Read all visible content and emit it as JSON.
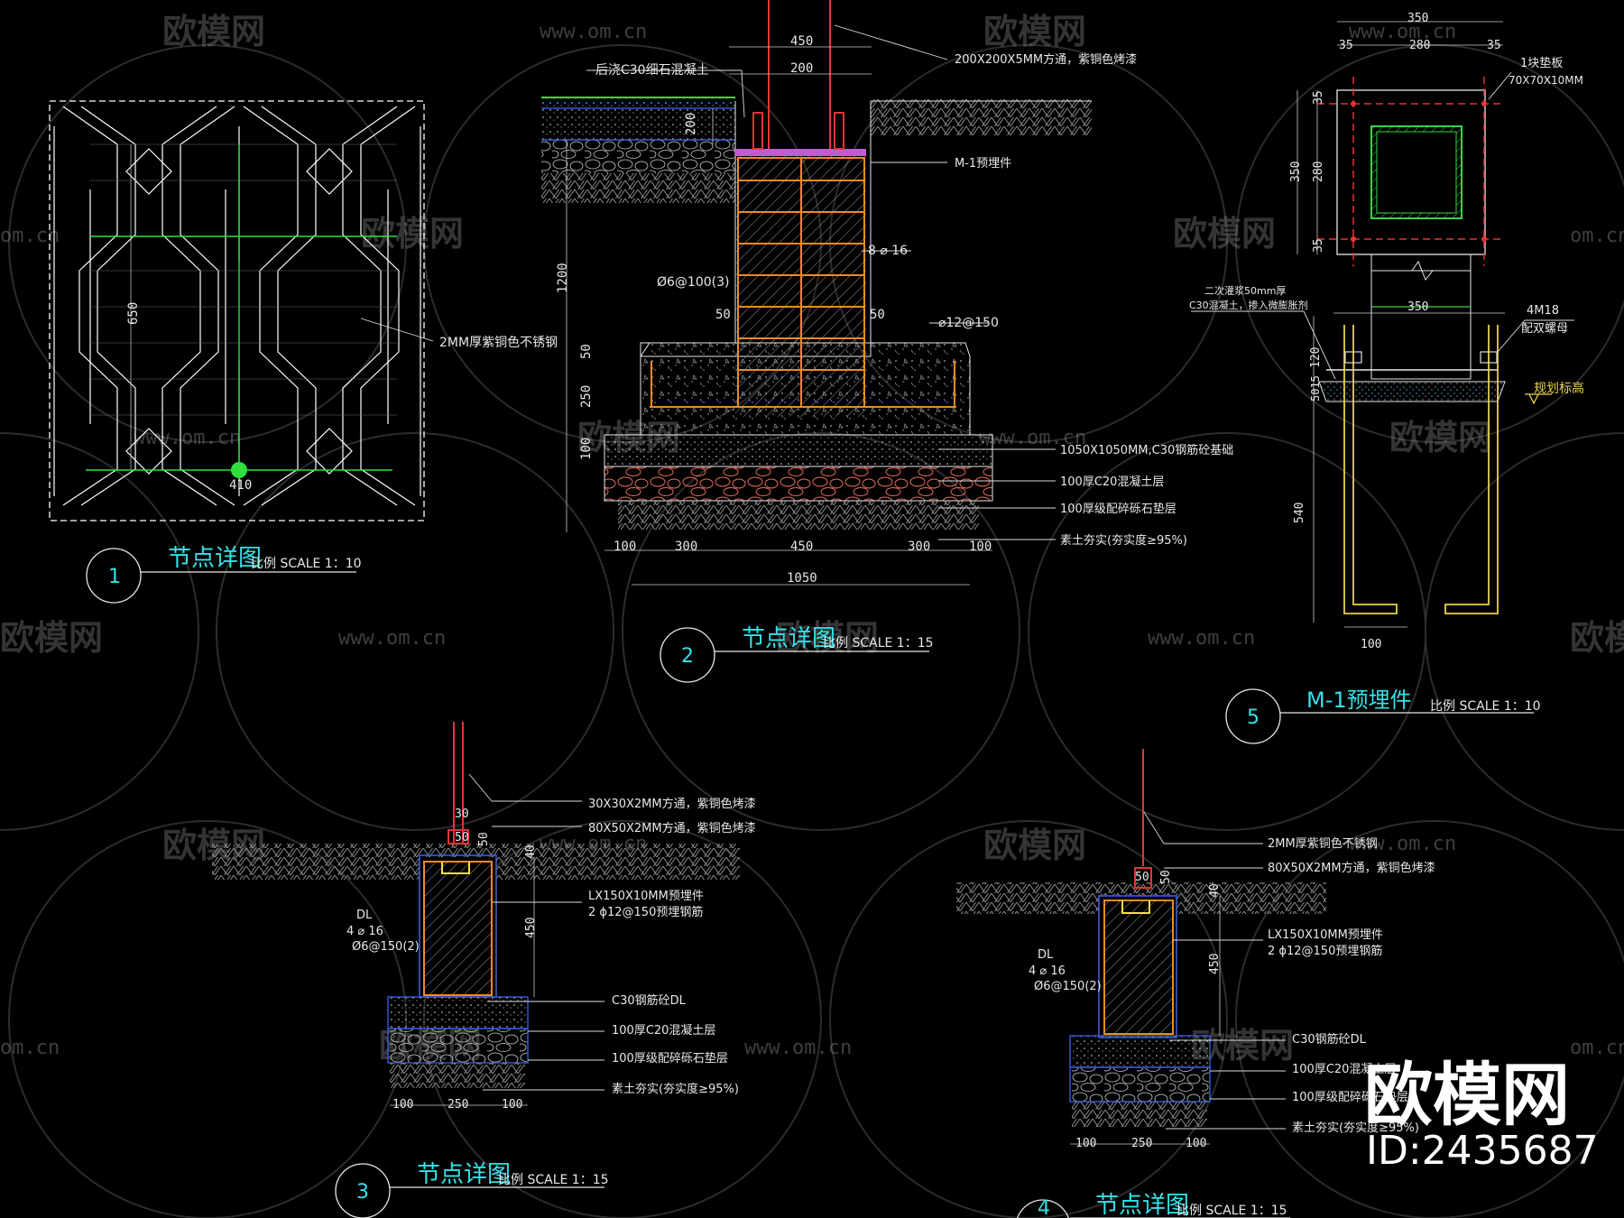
{
  "watermark": {
    "brand": "欧模网",
    "url": "www.om.cn",
    "url_short": "om.cn",
    "id": "ID:2435687"
  },
  "detail1": {
    "dim_650": "650",
    "dim_410": "410",
    "note_steel": "2MM厚紫铜色不锈钢",
    "num": "1",
    "title": "节点详图",
    "scale": "比例 SCALE 1：10"
  },
  "detail2": {
    "dim_450": "450",
    "dim_200": "200",
    "dim_200b": "200",
    "dim_1200": "1200",
    "dim_50a": "50",
    "dim_250": "250",
    "dim_100": "100",
    "dim_50b": "50",
    "dim_50c": "50",
    "note_concrete": "后浇C30细石混凝土",
    "note_tube": "200X200X5MM方通，紫铜色烤漆",
    "note_embed": "M-1预埋件",
    "note_rebar16": "8 ⌀ 16",
    "note_stirrup": "Ø6@100(3)",
    "note_rebar12": "⌀12@150",
    "note_found": "1050X1050MM,C30钢筋砼基础",
    "note_c20": "100厚C20混凝土层",
    "note_gravel": "100厚级配碎砾石垫层",
    "note_soil": "素土夯实(夯实度≥95%)",
    "bottom_dims": [
      "100",
      "300",
      "450",
      "300",
      "100"
    ],
    "total": "1050",
    "num": "2",
    "title": "节点详图",
    "scale": "比例 SCALE 1：15"
  },
  "detail3": {
    "dim_30": "30",
    "dim_50a": "50",
    "dim_50b": "50",
    "dim_40": "40",
    "dim_450": "450",
    "note_tube30": "30X30X2MM方通，紫铜色烤漆",
    "note_tube80": "80X50X2MM方通，紫铜色烤漆",
    "note_lx": "LX150X10MM预埋件",
    "note_rebar": "2 ϕ12@150预埋钢筋",
    "dl": "DL",
    "dl_rebar": "4 ⌀ 16",
    "dl_stirrup": "Ø6@150(2)",
    "note_dl": "C30钢筋砼DL",
    "note_c20": "100厚C20混凝土层",
    "note_gravel": "100厚级配碎砾石垫层",
    "note_soil": "素土夯实(夯实度≥95%)",
    "bottom_dims": [
      "100",
      "250",
      "100"
    ],
    "num": "3",
    "title": "节点详图",
    "scale": "比例 SCALE 1：15"
  },
  "detail4": {
    "dim_50a": "50",
    "dim_50b": "50",
    "dim_40": "40",
    "dim_450": "450",
    "note_steel": "2MM厚紫铜色不锈钢",
    "note_tube80": "80X50X2MM方通，紫铜色烤漆",
    "note_lx": "LX150X10MM预埋件",
    "note_rebar": "2 ϕ12@150预埋钢筋",
    "dl": "DL",
    "dl_rebar": "4 ⌀ 16",
    "dl_stirrup": "Ø6@150(2)",
    "note_dl": "C30钢筋砼DL",
    "note_c20": "100厚C20混凝土层",
    "note_gravel": "100厚级配碎砾石垫层",
    "note_soil": "素土夯实(夯实度≥95%)",
    "bottom_dims": [
      "100",
      "250",
      "100"
    ],
    "num": "4",
    "title": "节点详图",
    "scale": "比例 SCALE 1：15"
  },
  "detail5": {
    "top_350": "350",
    "top_35a": "35",
    "top_280": "280",
    "top_35b": "35",
    "note_plate": "1块垫板",
    "note_plate_size": "70X70X10MM",
    "left_35a": "35",
    "left_280": "280",
    "left_35b": "35",
    "left_350": "350",
    "note_grout1": "二次灌浆50mm厚",
    "note_grout2": "C30混凝土，掺入微膨胀剂",
    "mid_350": "350",
    "note_bolt": "4M18",
    "note_nut": "配双螺母",
    "dim_120": "120",
    "dim_5015": "5015",
    "dim_540": "540",
    "dim_100": "100",
    "note_elev": "规划标高",
    "num": "5",
    "title": "M-1预埋件",
    "scale": "比例 SCALE 1：10"
  }
}
